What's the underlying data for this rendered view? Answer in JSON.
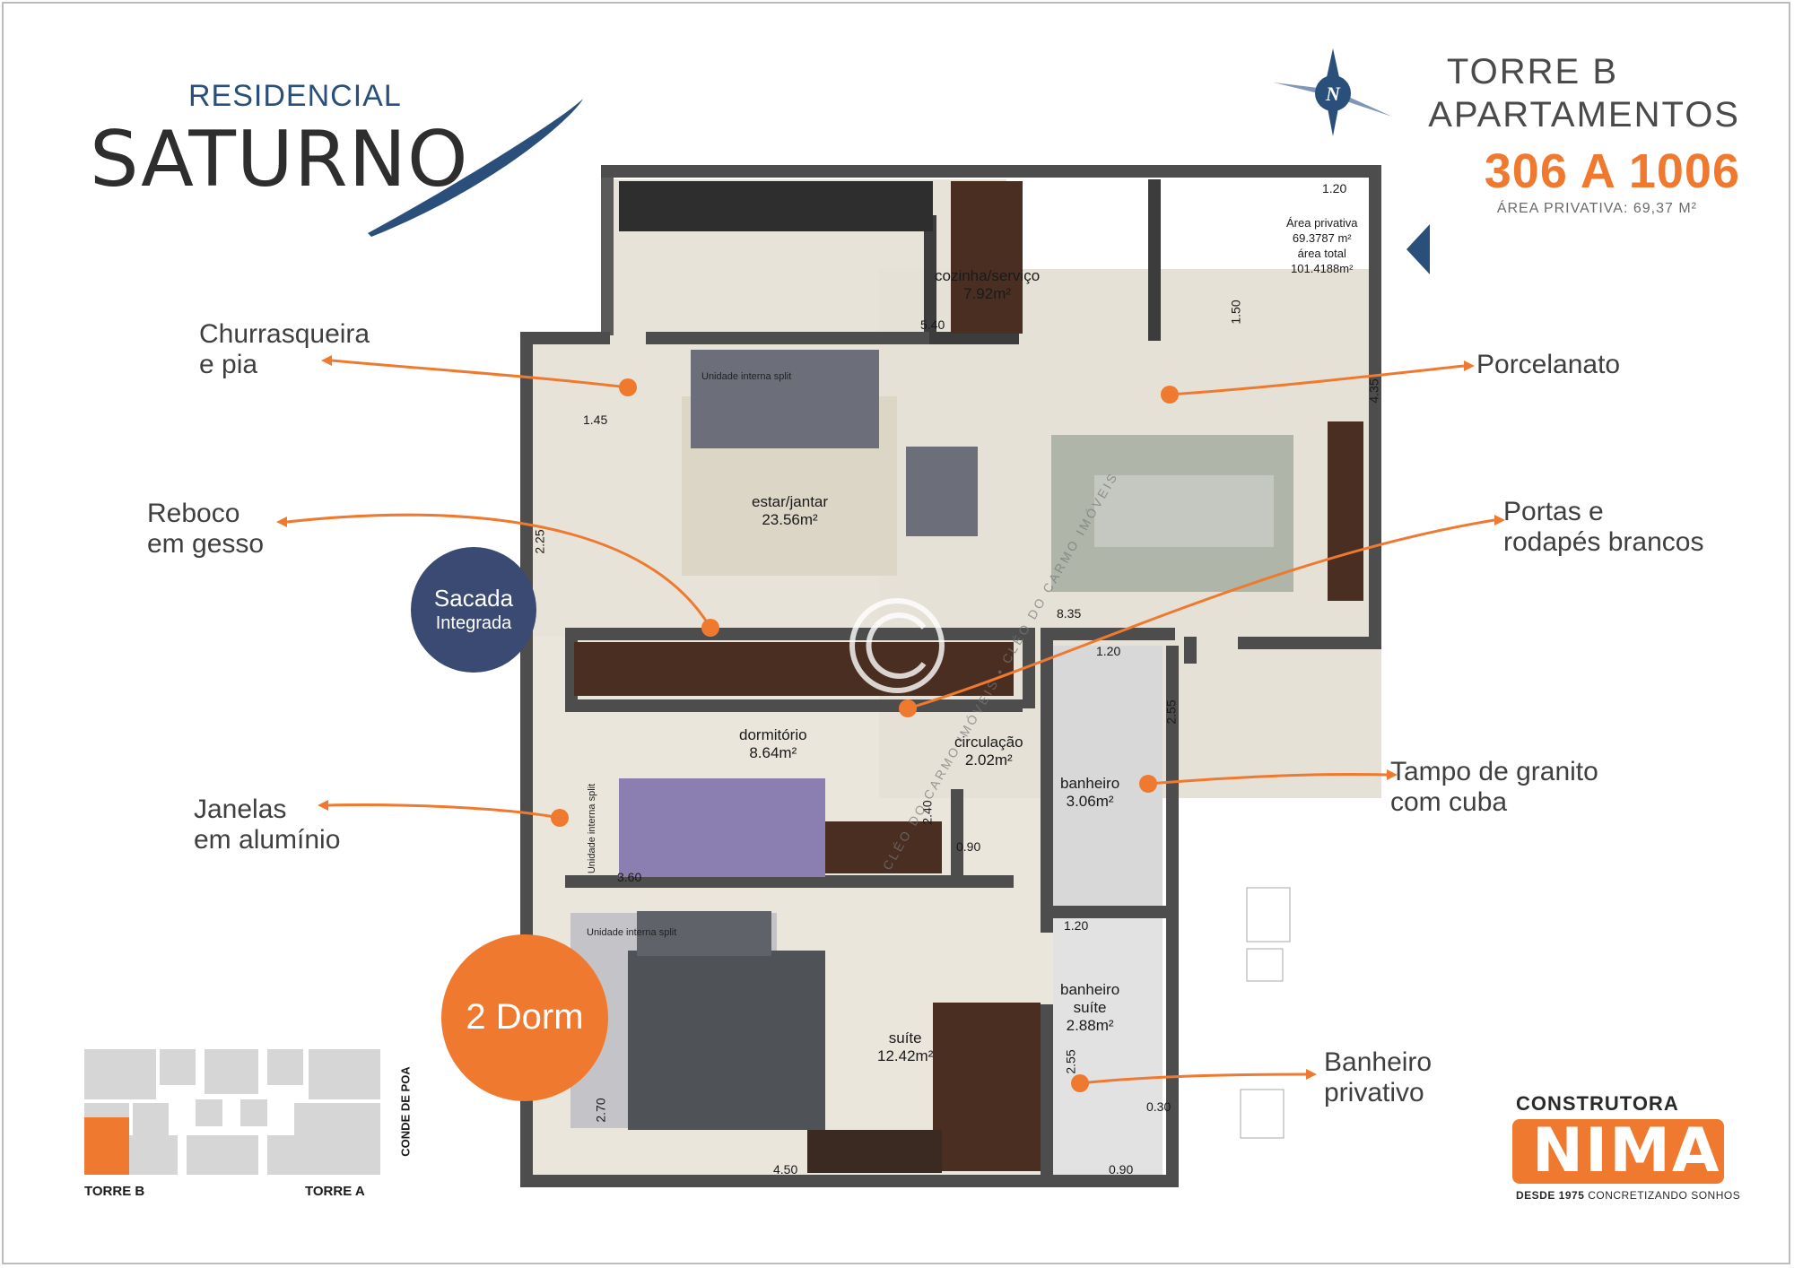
{
  "header": {
    "logo_small": "RESIDENCIAL",
    "logo_big": "SATURNO",
    "tower": "TORRE B",
    "apartments": "APARTAMENTOS",
    "range": "306 A 1006",
    "area_subtitle": "ÁREA PRIVATIVA: 69,37 M²"
  },
  "compass": {
    "letter": "N"
  },
  "callouts": {
    "churrasqueira": [
      "Churrasqueira",
      "e pia"
    ],
    "porcelanato": "Porcelanato",
    "reboco": [
      "Reboco",
      "em gesso"
    ],
    "portas": [
      "Portas e",
      "rodapés brancos"
    ],
    "janelas": [
      "Janelas",
      "em alumínio"
    ],
    "tampo": [
      "Tampo de granito",
      "com cuba"
    ],
    "banheiro": [
      "Banheiro",
      "privativo"
    ]
  },
  "badges": {
    "sacada_line1": "Sacada",
    "sacada_line2": "Integrada",
    "dorm": "2 Dorm"
  },
  "rooms": {
    "cozinha": [
      "cozinha/serviço",
      "7.92m²"
    ],
    "estar": [
      "estar/jantar",
      "23.56m²"
    ],
    "dormitorio": [
      "dormitório",
      "8.64m²"
    ],
    "circulacao": [
      "circulação",
      "2.02m²"
    ],
    "banheiro": [
      "banheiro",
      "3.06m²"
    ],
    "banheiro_suite": [
      "banheiro",
      "suíte",
      "2.88m²"
    ],
    "suite": [
      "suíte",
      "12.42m²"
    ]
  },
  "area_box": [
    "Área privativa",
    "69.3787 m²",
    "área total",
    "101.4188m²"
  ],
  "dimensions": {
    "d120_top": "1.20",
    "d540": "5.40",
    "d150": "1.50",
    "d435": "4.35",
    "d145": "1.45",
    "d225": "2.25",
    "d835": "8.35",
    "d120_mid": "1.20",
    "d255_a": "2.55",
    "d240": "2.40",
    "d090_a": "0.90",
    "d360": "3.60",
    "d120_low": "1.20",
    "d255_b": "2.55",
    "d030": "0.30",
    "d270": "2.70",
    "d450": "4.50",
    "d090_b": "0.90"
  },
  "split_labels": {
    "estar": "Unidade interna split",
    "dorm": "Unidade interna split",
    "suite": "Unidade interna split"
  },
  "watermark": "CLÉO DO CARMO IMÓVEIS • CLÉO DO CARMO IMÓVEIS",
  "keymap": {
    "street": "CONDE DE POA",
    "torre_b": "TORRE B",
    "torre_a": "TORRE A"
  },
  "builder": {
    "top": "CONSTRUTORA",
    "name": "NIMA",
    "since": "DESDE 1975",
    "slogan": "CONCRETIZANDO SONHOS"
  },
  "colors": {
    "accent_orange": "#ef7a2f",
    "brand_blue": "#2a4f7a",
    "badge_blue": "#3b4a72"
  }
}
